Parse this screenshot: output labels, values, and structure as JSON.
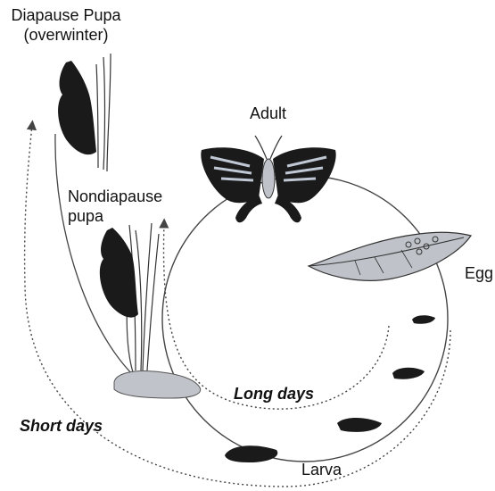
{
  "labels": {
    "diapause_line1": "Diapause Pupa",
    "diapause_line2": "(overwinter)",
    "adult": "Adult",
    "nondiapause_line1": "Nondiapause",
    "nondiapause_line2": "pupa",
    "egg": "Egg",
    "long_days": "Long days",
    "short_days": "Short days",
    "larva": "Larva"
  },
  "colors": {
    "line": "#444444",
    "dark": "#1a1a1a",
    "grey_fill": "#bfc3c9",
    "grey_stroke": "#555555"
  }
}
